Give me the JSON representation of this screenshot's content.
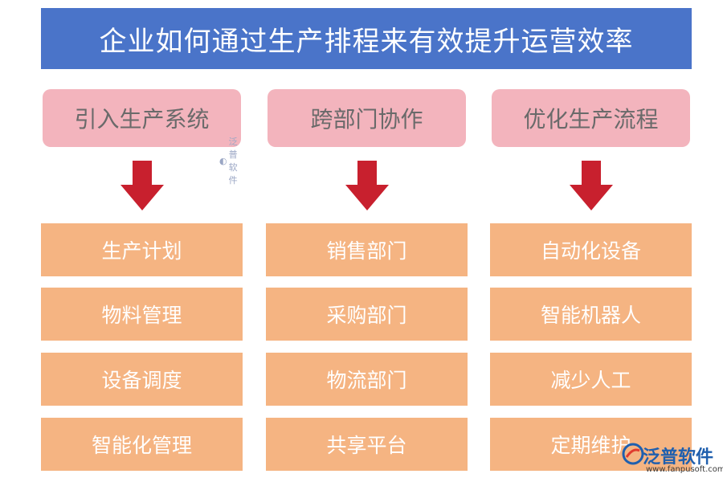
{
  "title": "企业如何通过生产排程来有效提升运营效率",
  "columns": [
    {
      "header": "引入生产系统",
      "items": [
        "生产计划",
        "物料管理",
        "设备调度",
        "智能化管理"
      ]
    },
    {
      "header": "跨部门协作",
      "items": [
        "销售部门",
        "采购部门",
        "物流部门",
        "共享平台"
      ]
    },
    {
      "header": "优化生产流程",
      "items": [
        "自动化设备",
        "智能机器人",
        "减少人工",
        "定期维护"
      ]
    }
  ],
  "watermark": {
    "small": "泛普软件",
    "brand": "泛普软件",
    "url": "www.fanpusoft.com"
  },
  "colors": {
    "title_bg": "#4a74c9",
    "header_bg": "#f3b4bd",
    "item_bg": "#f5b482",
    "arrow": "#c8202e"
  }
}
